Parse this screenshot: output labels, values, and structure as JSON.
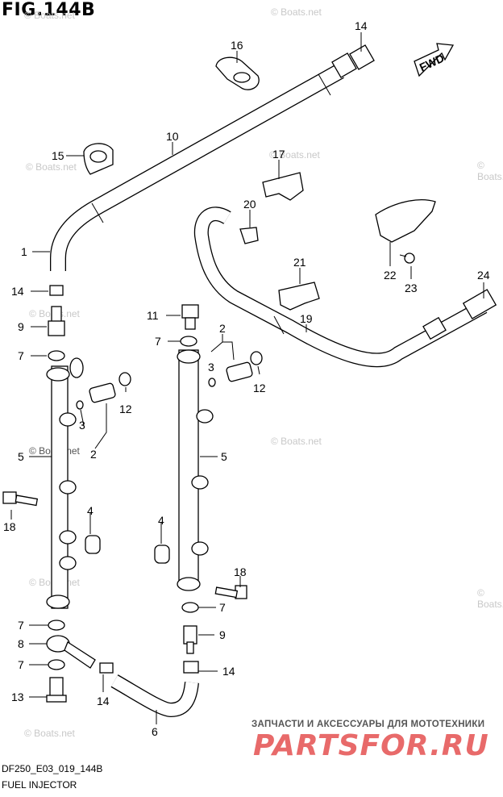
{
  "figure": {
    "title": "FIG.144B",
    "code": "DF250_E03_019_144B",
    "caption": "FUEL INJECTOR",
    "direction_label": "FWD"
  },
  "watermarks": [
    {
      "text": "© Boats.net"
    },
    {
      "text": "© Boats.net"
    },
    {
      "text": "© Boats.net"
    },
    {
      "text": "© Boats.net"
    },
    {
      "text": "© Boats.net"
    },
    {
      "text": "© Boats.net"
    },
    {
      "text": "© Boats.net"
    },
    {
      "text": "© Boats.net"
    },
    {
      "text": "© Boats.net"
    },
    {
      "text": "© Boats.net"
    },
    {
      "text": "© Boats.net"
    }
  ],
  "branding": {
    "tagline": "ЗАПЧАСТИ И АКСЕССУАРЫ ДЛЯ МОТОТЕХНИКИ",
    "name": "PARTSFOR.RU"
  },
  "callouts": [
    "1",
    "2",
    "2",
    "3",
    "3",
    "4",
    "4",
    "5",
    "5",
    "6",
    "7",
    "7",
    "7",
    "7",
    "7",
    "8",
    "9",
    "9",
    "10",
    "11",
    "12",
    "12",
    "13",
    "14",
    "14",
    "14",
    "14",
    "15",
    "16",
    "17",
    "18",
    "18",
    "19",
    "20",
    "21",
    "22",
    "23",
    "24"
  ]
}
